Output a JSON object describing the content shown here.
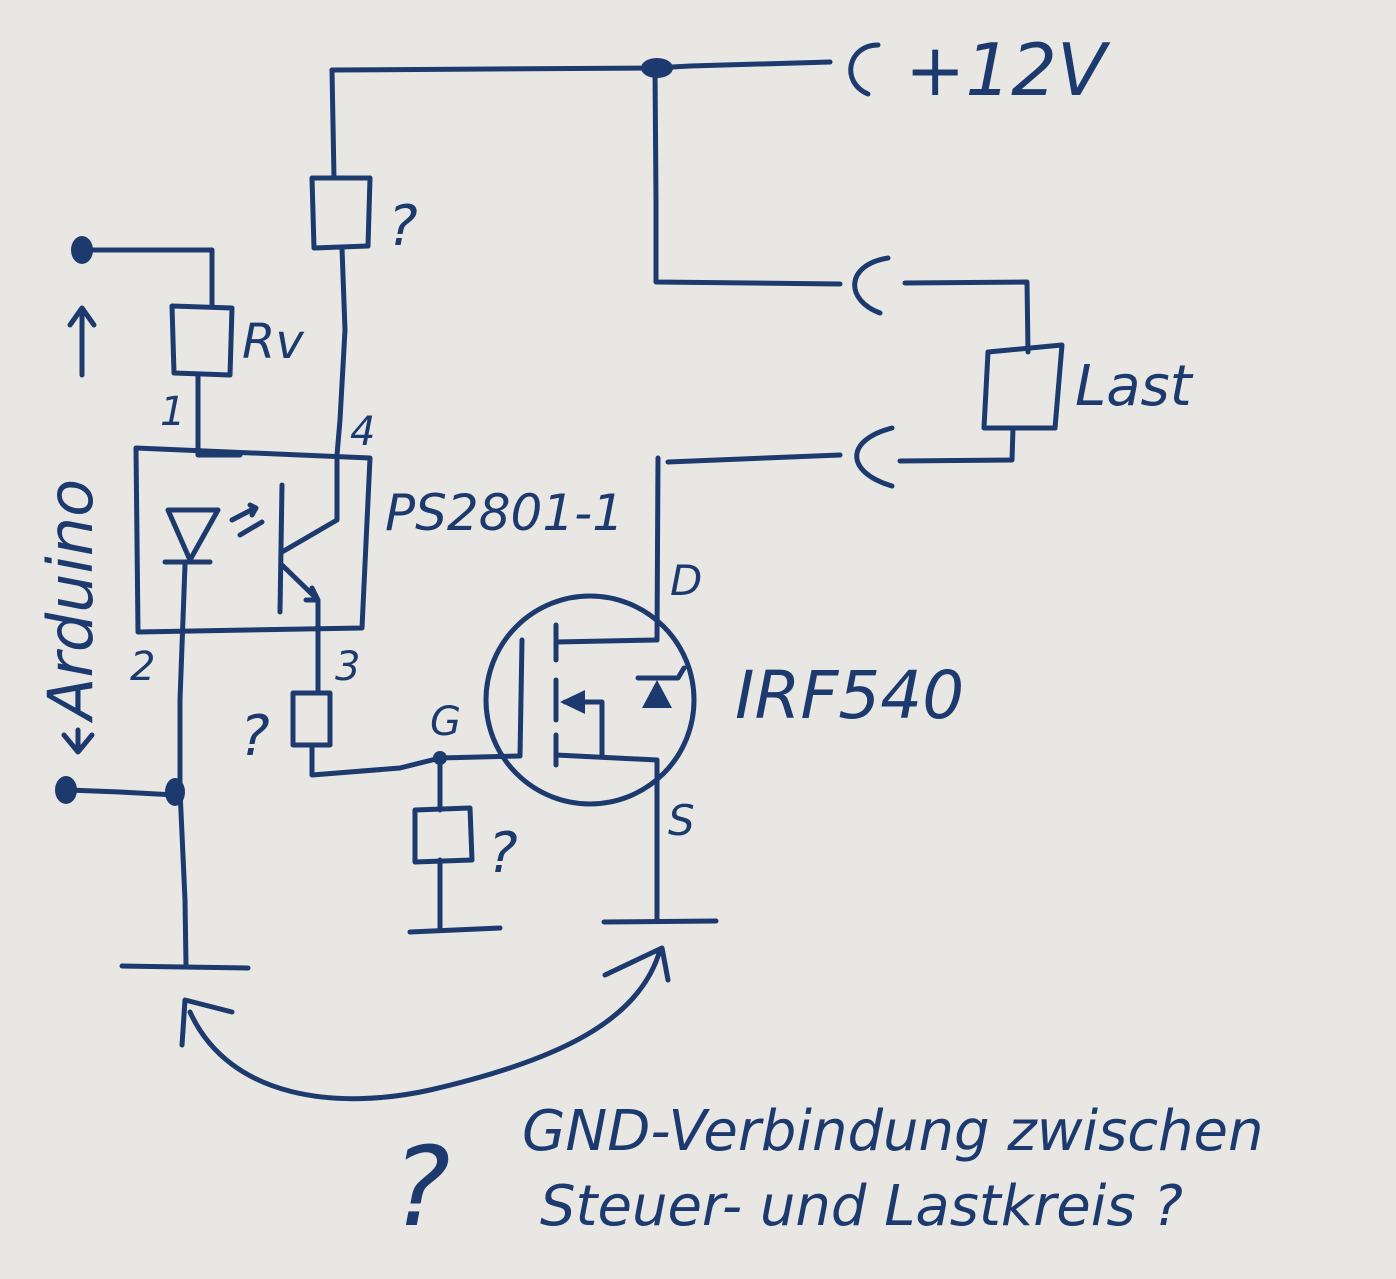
{
  "labels": {
    "supply": "+12V",
    "load": "Last",
    "rv": "Rv",
    "optocoupler": "PS2801-1",
    "mosfet": "IRF540",
    "drain": "D",
    "gate": "G",
    "source": "S",
    "pin1": "1",
    "pin2": "2",
    "pin3": "3",
    "pin4": "4",
    "arduino": "Arduino",
    "unknown_r_top": "?",
    "unknown_r_emitter": "?",
    "unknown_r_gate": "?",
    "question_big": "?",
    "note_line1": "GND-Verbindung zwischen",
    "note_line2": "Steuer- und Lastkreis ?"
  },
  "colors": {
    "ink": "#1d3a6e",
    "paper": "#e9e7e3"
  }
}
